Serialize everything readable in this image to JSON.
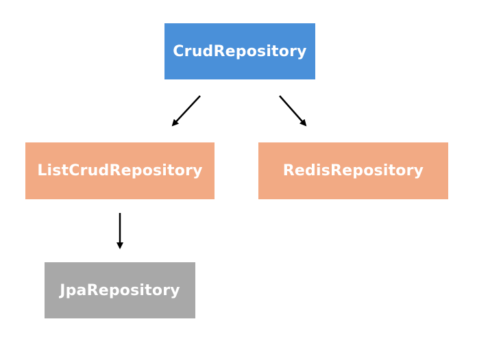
{
  "diagram": {
    "nodes": [
      {
        "id": "crud",
        "label": "CrudRepository",
        "color": "#4a90d9"
      },
      {
        "id": "list",
        "label": "ListCrudRepository",
        "color": "#f2aa84"
      },
      {
        "id": "redis",
        "label": "RedisRepository",
        "color": "#f2aa84"
      },
      {
        "id": "jpa",
        "label": "JpaRepository",
        "color": "#a8a8a8"
      }
    ],
    "edges": [
      {
        "from": "crud",
        "to": "list"
      },
      {
        "from": "crud",
        "to": "redis"
      },
      {
        "from": "list",
        "to": "jpa"
      }
    ],
    "arrow_color": "#000000"
  }
}
